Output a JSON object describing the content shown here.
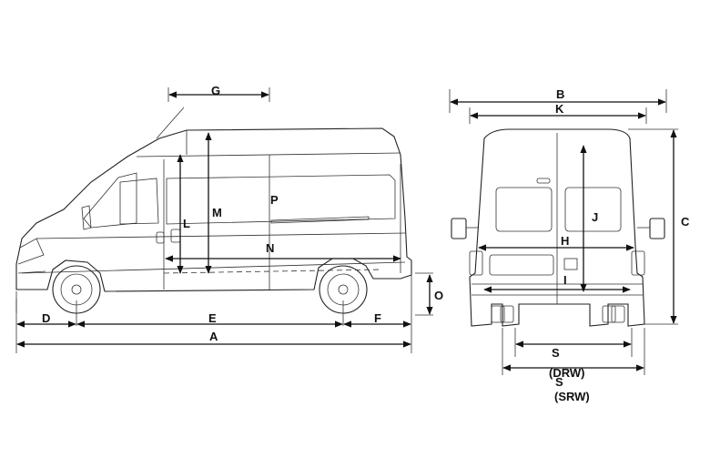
{
  "labels": {
    "A": "A",
    "B": "B",
    "C": "C",
    "D": "D",
    "E": "E",
    "F": "F",
    "G": "G",
    "H": "H",
    "I": "I",
    "J": "J",
    "K": "K",
    "L": "L",
    "M": "M",
    "N": "N",
    "O": "O",
    "P": "P",
    "S1": "S",
    "S1_note": "(DRW)",
    "S2": "S",
    "S2_note": "(SRW)"
  },
  "colors": {
    "line": "#222222",
    "background": "#ffffff"
  }
}
